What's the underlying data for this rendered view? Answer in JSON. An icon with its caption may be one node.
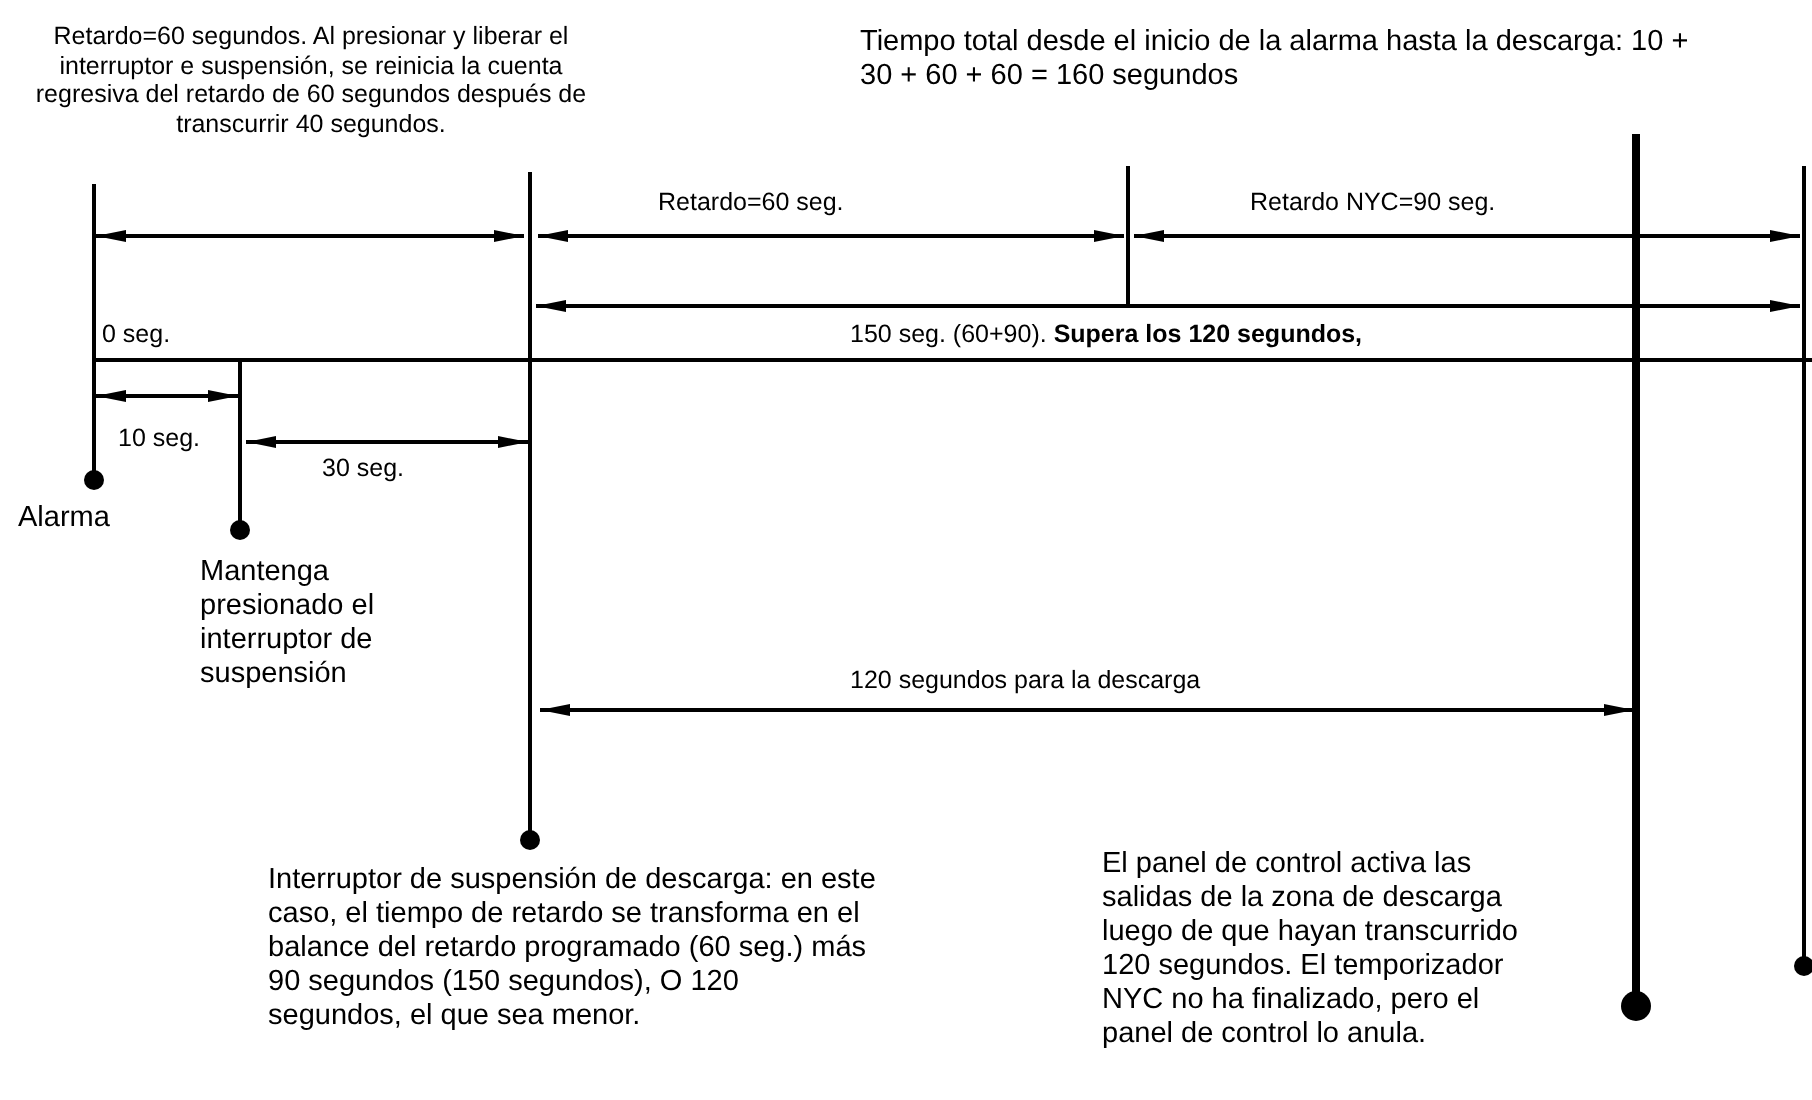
{
  "diagram": {
    "labels": [
      "Retardo=60 segundos. Al presionar y liberar el interruptor e suspensión, se reinicia la cuenta regresiva del retardo de 60 segundos después de transcurrir 40 segundos.",
      "Tiempo total desde el inicio de la alarma hasta la descarga: 10 + 30 + 60 + 60 = 160 segundos",
      "Retardo=60 seg.",
      "Retardo NYC=90 seg.",
      "0 seg.",
      "150 seg. (60+90). **Supera los 120 segundos,**",
      "10 seg.",
      "30 seg.",
      "Alarma",
      "Mantenga presionado el interruptor de suspensión",
      "120 segundos para la descarga",
      "Interruptor de suspensión de descarga: en este caso, el tiempo de retardo se transforma en el balance del retardo programado (60 seg.) más 90 segundos (150 segundos), O 120 segundos, el que sea menor.",
      "El panel de control activa las salidas de la zona de descarga luego de que hayan transcurrido 120 segundos. El temporizador NYC no ha finalizado, pero el panel de control lo anula."
    ]
  }
}
